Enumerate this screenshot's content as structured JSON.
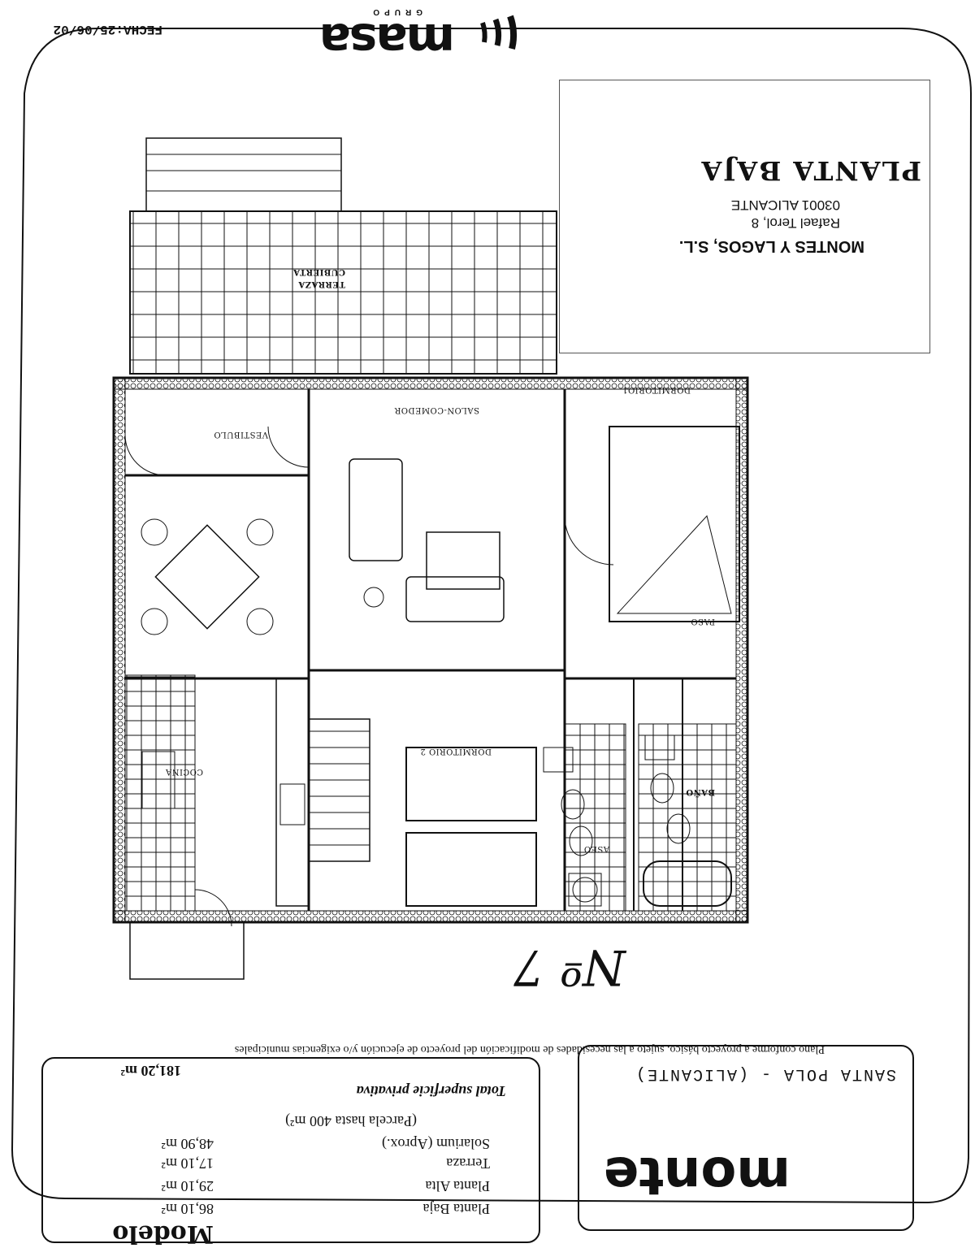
{
  "header": {
    "date": "FECHA:25/06/02",
    "logo": "masa",
    "logo_sub": "GRUPO"
  },
  "title_block": {
    "plan_title": "PLANTA BAJA",
    "company": "MONTES Y LAGOS, S.L.",
    "address_line1": "Rafael Terol, 8",
    "address_line2": "03001 ALICANTE"
  },
  "rooms": {
    "terraza": "TERRAZA",
    "cubierta": "CUBIERTA",
    "salon": "SALON-COMEDOR",
    "vestibulo": "VESTIBULO",
    "dormitorio1": "DORMITORIO1",
    "dormitorio2": "DORMITORIO 2",
    "paso": "PASO",
    "cocina": "COCINA",
    "aseo": "ASEO",
    "bano": "BAÑO"
  },
  "handwritten_note": "Nº 7",
  "legal_note": {
    "line1": "Plano conforme a proyecto básico, sujeto a las necesidades de modificación del proyecto de ejecución y/o exigencias municipales"
  },
  "brand": {
    "name": "monte",
    "location": "SANTA POLA - (ALICANTE)"
  },
  "areas": {
    "model_label": "Modelo",
    "rows": [
      {
        "label": "Planta Baja",
        "value": "86,10 m²"
      },
      {
        "label": "Planta Alta",
        "value": "29,10 m²"
      },
      {
        "label": "Terraza",
        "value": "17,10 m²"
      },
      {
        "label": "Solarium (Aprox.)",
        "value": "48,90 m²"
      },
      {
        "label": "(Parcela hasta 400 m²)",
        "value": ""
      }
    ],
    "total_label": "Total superficie privativa",
    "total_value": "181,20 m²"
  },
  "colors": {
    "ink": "#111111",
    "paper": "#ffffff"
  }
}
